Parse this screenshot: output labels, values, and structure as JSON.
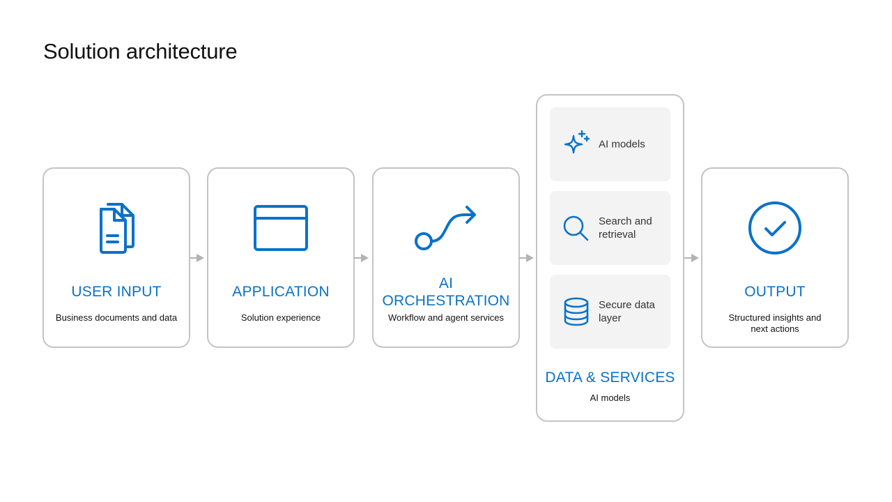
{
  "title": "Solution architecture",
  "colors": {
    "accent": "#0a72c9",
    "border": "#c4c4c4",
    "arrow": "#b3b3b3",
    "service_bg": "#f3f3f4"
  },
  "stages": {
    "user_input": {
      "label": "USER INPUT",
      "description": "Business documents and data",
      "icon": "documents-icon"
    },
    "application": {
      "label": "APPLICATION",
      "description": "Solution experience",
      "icon": "app-window-icon"
    },
    "ai_orchestration": {
      "label": "AI ORCHESTRATION",
      "description": "Workflow and agent services",
      "icon": "flow-icon"
    },
    "data_services": {
      "label": "DATA & SERVICES",
      "description": "AI models",
      "services": [
        {
          "label": "AI models",
          "icon": "sparkle-icon"
        },
        {
          "label": "Search and retrieval",
          "icon": "search-icon"
        },
        {
          "label": "Secure data layer",
          "icon": "database-icon"
        }
      ]
    },
    "output": {
      "label": "OUTPUT",
      "description": "Structured insights and next actions",
      "icon": "check-circle-icon"
    }
  }
}
